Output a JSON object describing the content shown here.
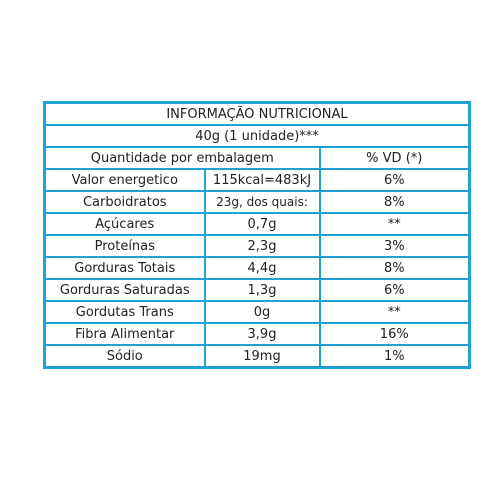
{
  "title": "INFORMAÇÃO NUTRICIONAL",
  "serving": "40g (1 unidade)***",
  "header": {
    "quantity_label": "Quantidade por embalagem",
    "vd_label": "% VD (*)"
  },
  "colors": {
    "border": "#1fa3d6"
  },
  "rows": [
    {
      "name": "Valor energetico",
      "amount": "115kcal=483kJ",
      "vd": "6%"
    },
    {
      "name": "Carboidratos",
      "amount": "23g, dos quais:",
      "vd": "8%"
    },
    {
      "name": "Açúcares",
      "amount": "0,7g",
      "vd": "**"
    },
    {
      "name": "Proteínas",
      "amount": "2,3g",
      "vd": "3%"
    },
    {
      "name": "Gorduras Totais",
      "amount": "4,4g",
      "vd": "8%"
    },
    {
      "name": "Gorduras Saturadas",
      "amount": "1,3g",
      "vd": "6%"
    },
    {
      "name": "Gordutas Trans",
      "amount": "0g",
      "vd": "**"
    },
    {
      "name": "Fibra Alimentar",
      "amount": "3,9g",
      "vd": "16%"
    },
    {
      "name": "Sódio",
      "amount": "19mg",
      "vd": "1%"
    }
  ]
}
